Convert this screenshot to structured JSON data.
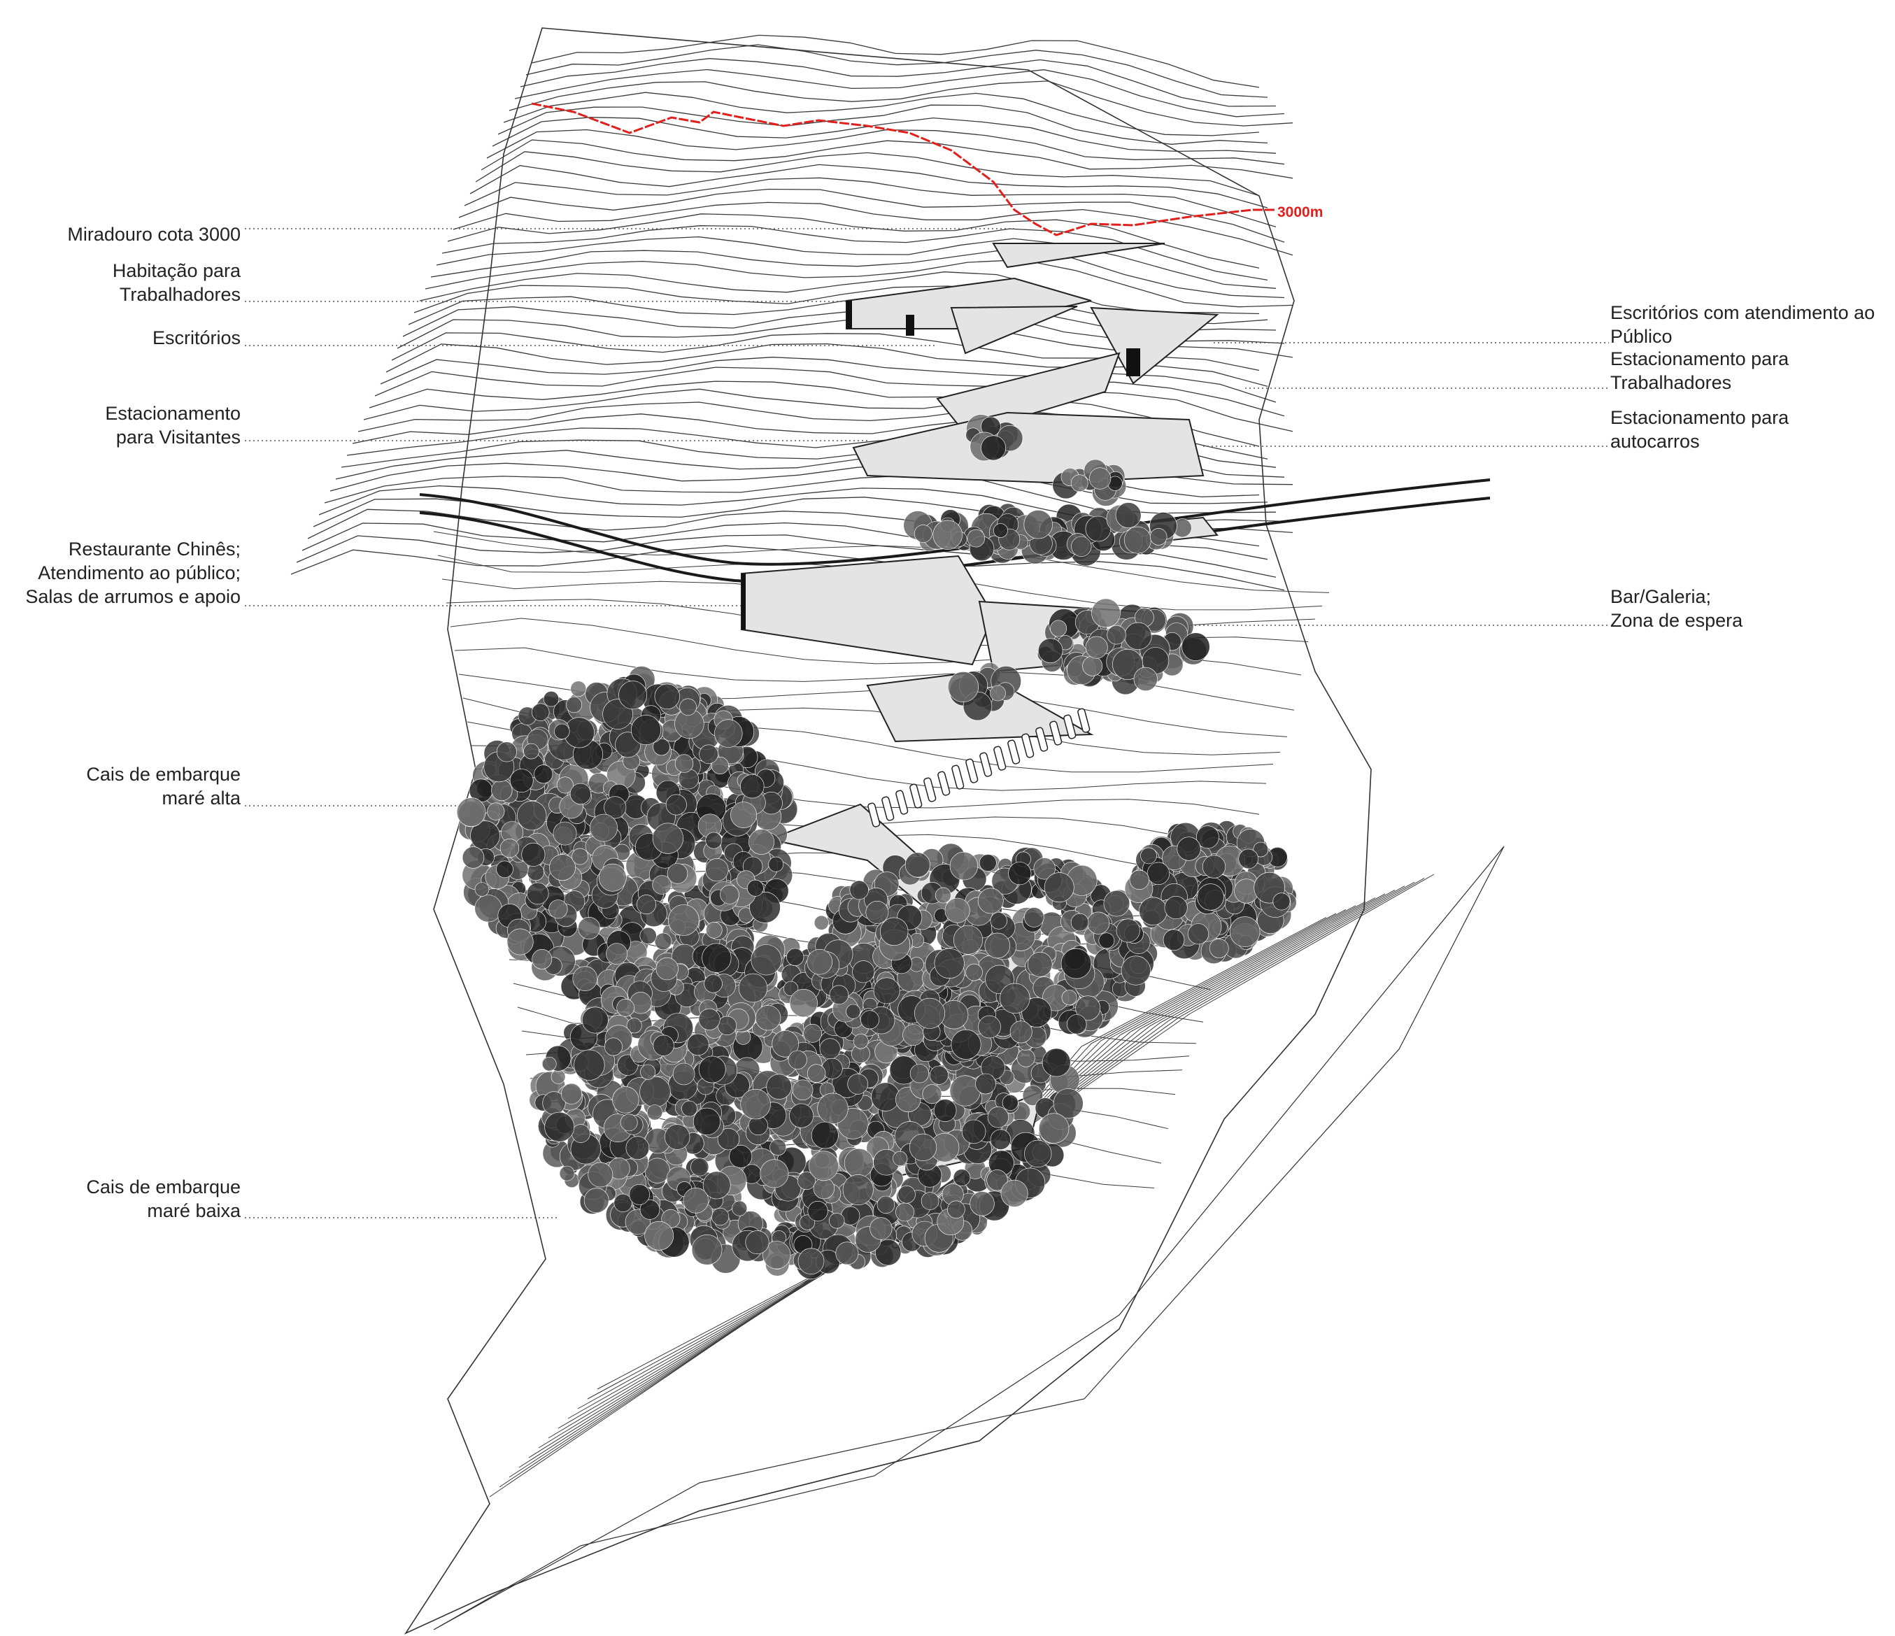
{
  "elevation_label": "3000m",
  "colors": {
    "contour": "#3a3a3a",
    "elevation_line": "#e0201c",
    "trees": "#2b2b2b",
    "building_fill": "#e4e4e4",
    "road": "#1a1a1a"
  },
  "labels": {
    "left": [
      {
        "id": "miradouro",
        "text": "Miradouro cota 3000"
      },
      {
        "id": "habitacao",
        "text": "Habitação para\nTrabalhadores"
      },
      {
        "id": "escritorios",
        "text": "Escritórios"
      },
      {
        "id": "estacionamento-visitantes",
        "text": "Estacionamento\npara Visitantes"
      },
      {
        "id": "restaurante",
        "text": "Restaurante Chinês;\nAtendimento ao público;\nSalas de arrumos e apoio"
      },
      {
        "id": "cais-alta",
        "text": "Cais de embarque\nmaré alta"
      },
      {
        "id": "cais-baixa",
        "text": "Cais de embarque\nmaré baixa"
      }
    ],
    "right": [
      {
        "id": "escritorios-publico",
        "text": "Escritórios com atendimento ao\nPúblico"
      },
      {
        "id": "estacionamento-trabalhadores",
        "text": "Estacionamento para\nTrabalhadores"
      },
      {
        "id": "estacionamento-autocarros",
        "text": "Estacionamento para\nautocarros"
      },
      {
        "id": "bar-galeria",
        "text": "Bar/Galeria;\nZona de espera"
      }
    ]
  }
}
